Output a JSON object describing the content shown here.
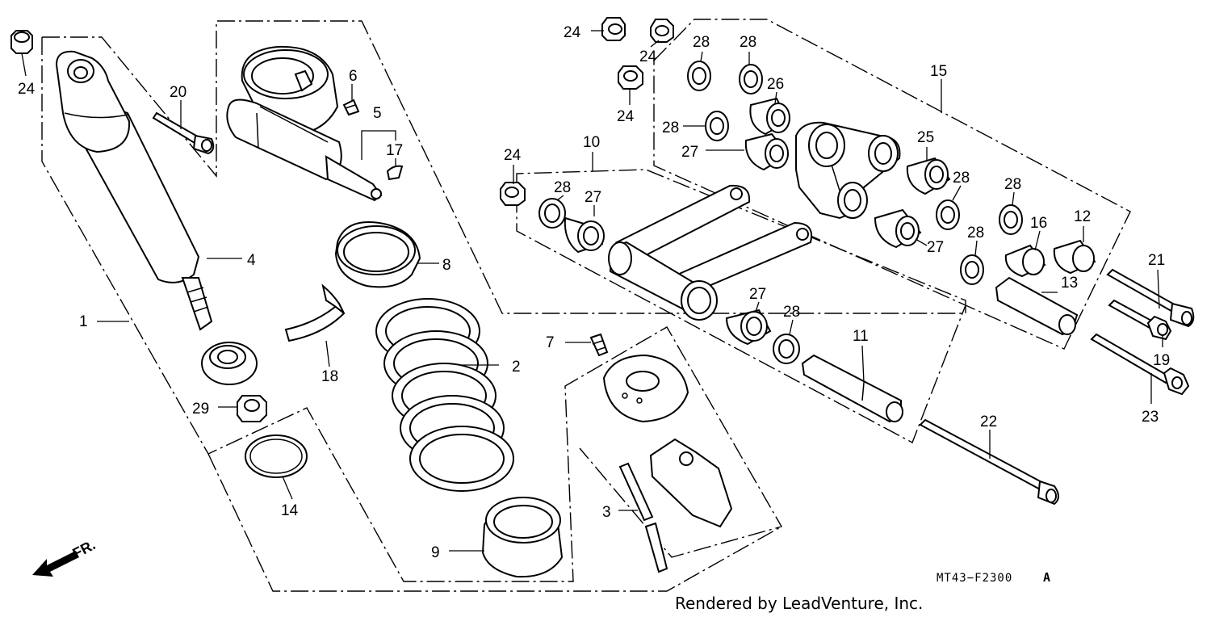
{
  "diagram_code": "MT43−F2300",
  "diagram_code_suffix": "A",
  "credit": "Rendered by LeadVenture, Inc.",
  "direction_label": "FR.",
  "callouts": [
    "1",
    "2",
    "3",
    "4",
    "5",
    "6",
    "7",
    "8",
    "9",
    "10",
    "11",
    "12",
    "13",
    "14",
    "15",
    "16",
    "17",
    "18",
    "19",
    "20",
    "21",
    "22",
    "23",
    "24",
    "24",
    "24",
    "24",
    "24",
    "25",
    "26",
    "27",
    "27",
    "27",
    "27",
    "28",
    "28",
    "28",
    "28",
    "28",
    "28",
    "28",
    "28",
    "29"
  ]
}
